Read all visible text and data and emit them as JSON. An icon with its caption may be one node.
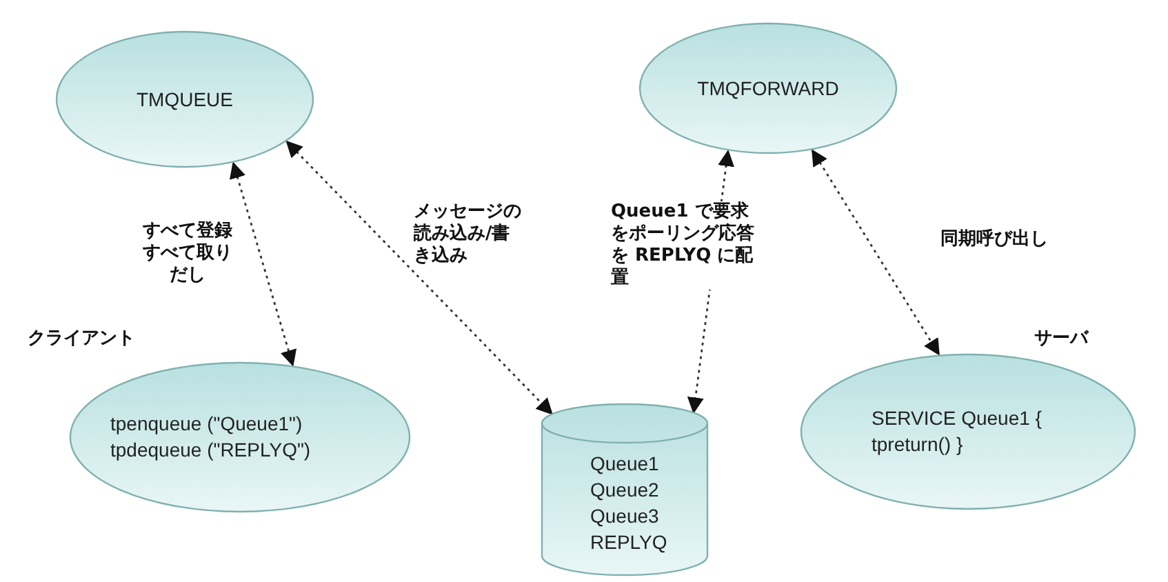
{
  "diagram": {
    "nodes": [
      {
        "text": [
          "TMQUEUE"
        ]
      },
      {
        "text": [
          "TMQFORWARD"
        ]
      },
      {
        "text": [
          "tpenqueue (\"Queue1\") tpdequeue (\"REPLYQ\")"
        ],
        "beside": [
          "クライアント"
        ]
      },
      {
        "text": [
          "Queue1 Queue2 Queue3 REPLYQ"
        ]
      },
      {
        "text": [
          "SERVICE Queue1 { tpreturn() }"
        ],
        "beside": [
          "サーバ"
        ]
      }
    ],
    "edges": [
      {
        "from": 0,
        "to": 2,
        "arrow": "both",
        "style": "dashed",
        "label": "すべて登録すべて取りだし"
      },
      {
        "from": 0,
        "to": 3,
        "arrow": "both",
        "style": "dashed",
        "label": "メッセージの読み込み/書き込み"
      },
      {
        "from": 1,
        "to": 3,
        "arrow": "both",
        "style": "dashed",
        "label": "Queue1 で要求をポーリング応答を REPLYQ に配置"
      },
      {
        "from": 1,
        "to": 4,
        "arrow": "both",
        "style": "dashed",
        "label": "同期呼び出し"
      }
    ]
  }
}
